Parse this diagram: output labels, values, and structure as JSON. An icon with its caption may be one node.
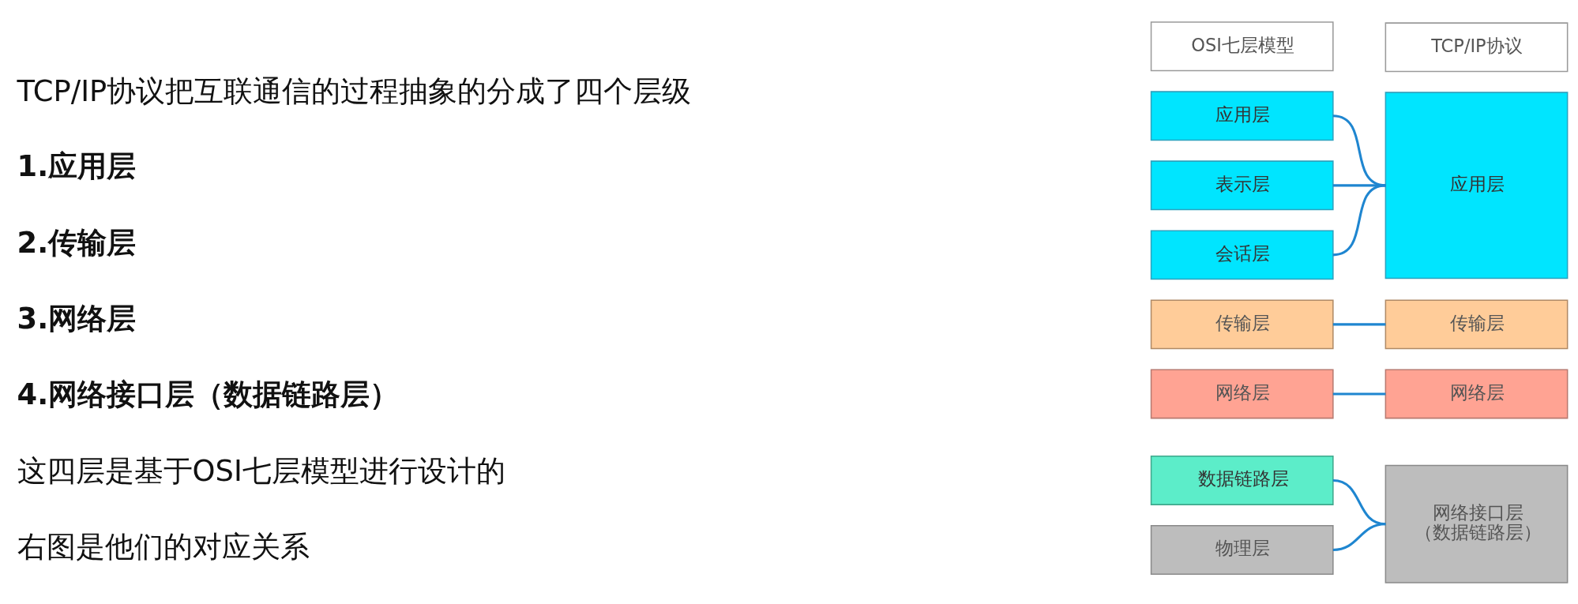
{
  "diagram": {
    "nodes": [
      {
        "text": [
          "OSI七层模型"
        ]
      },
      {
        "text": [
          "TCP/IP协议"
        ]
      },
      {
        "text": [
          "应用层"
        ]
      },
      {
        "text": [
          "应用层"
        ]
      },
      {
        "text": [
          "表示层"
        ]
      },
      {
        "text": [
          "会话层"
        ]
      },
      {
        "text": [
          "传输层"
        ]
      },
      {
        "text": [
          "传输层"
        ]
      },
      {
        "text": [
          "网络层"
        ]
      },
      {
        "text": [
          "网络层"
        ]
      },
      {
        "text": [
          "数据链路层"
        ]
      },
      {
        "text": [
          "网络接口层",
          "（数据链路层）"
        ]
      },
      {
        "text": [
          "物理层"
        ]
      }
    ],
    "edges": [
      {
        "from": 2,
        "to": 3,
        "arrow": "none"
      },
      {
        "from": 4,
        "to": 3,
        "arrow": "none"
      },
      {
        "from": 5,
        "to": 3,
        "arrow": "none"
      },
      {
        "from": 6,
        "to": 7,
        "arrow": "none"
      },
      {
        "from": 8,
        "to": 9,
        "arrow": "none"
      },
      {
        "from": 10,
        "to": 11,
        "arrow": "none"
      },
      {
        "from": 12,
        "to": 11,
        "arrow": "none"
      }
    ],
    "labels": [
      "TCP/IP协议把互联通信的过程抽象的分成了四个层级",
      "1.应用层",
      "2.传输层",
      "3.网络层",
      "4.网络接口层（数据链路层）",
      "这四层是基于OSI七层模型进行设计的",
      "右图是他们的对应关系"
    ]
  }
}
